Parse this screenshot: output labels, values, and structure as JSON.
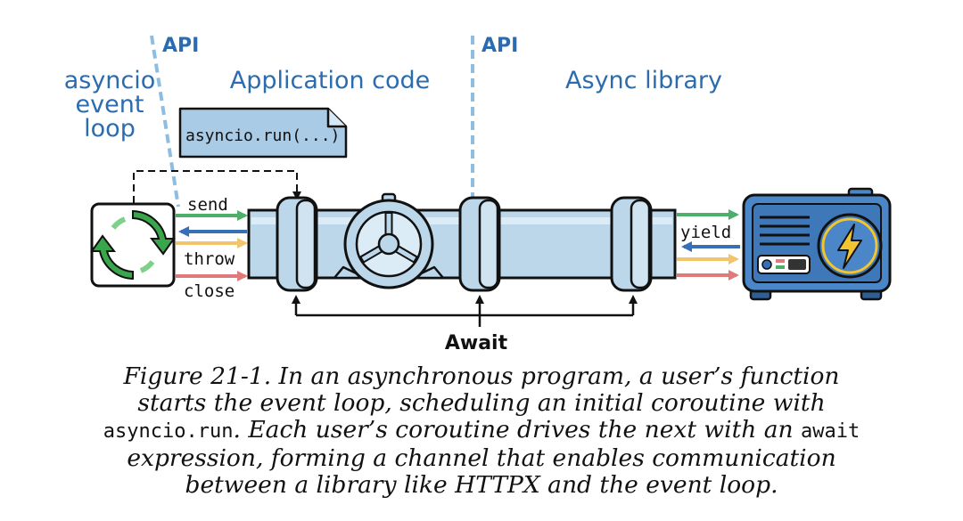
{
  "diagram": {
    "labels": {
      "event_loop": [
        "asyncio",
        "event",
        "loop"
      ],
      "application_code": "Application code",
      "async_library": "Async library",
      "api_left": "API",
      "api_right": "API",
      "run_note": "asyncio.run(...)",
      "await": "Await"
    },
    "signals": {
      "send": "send",
      "throw": "throw",
      "close": "close",
      "yield": "yield"
    },
    "colors": {
      "send": "#4caf6a",
      "receive": "#3570b8",
      "throw": "#f2c46b",
      "close": "#e07a7a",
      "pipe": "#bcd7ea",
      "note": "#a9cbe6",
      "generator": "#4a86c8",
      "recycle": "#3aa64c",
      "bolt": "#f2c530",
      "api_line": "#8fbde0",
      "label_blue": "#2b6cb0"
    }
  },
  "caption": {
    "line1": "Figure 21-1. In an asynchronous program, a user’s function",
    "line2": "starts the event loop, scheduling an initial coroutine with",
    "line3_code": "asyncio.run",
    "line3_text": ". Each user’s coroutine drives the next with an ",
    "line3_code2": "await",
    "line4": "expression, forming a channel that enables communication",
    "line5": "between a library like HTTPX and the event loop."
  }
}
